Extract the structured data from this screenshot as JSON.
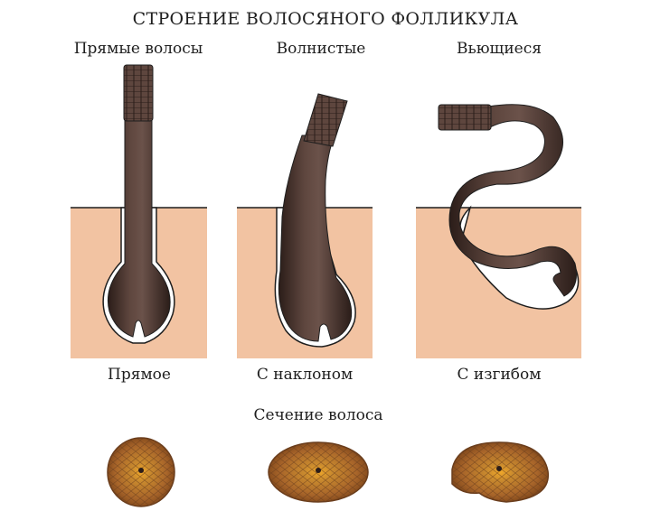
{
  "title": "СТРОЕНИЕ ВОЛОСЯНОГО ФОЛЛИКУЛА",
  "hair_types": [
    {
      "name": "Прямые волосы",
      "follicle": "Прямое"
    },
    {
      "name": "Волнистые",
      "follicle": "С наклоном"
    },
    {
      "name": "Вьющиеся",
      "follicle": "С изгибом"
    }
  ],
  "section_title": "Сечение волоса",
  "colors": {
    "skin": "#f2c3a2",
    "hair": "#4a3630",
    "hair_dark": "#2b1d19",
    "cuticle": "#6a4d44",
    "section_outer": "#b86f2c",
    "section_core": "#d89a2a"
  }
}
